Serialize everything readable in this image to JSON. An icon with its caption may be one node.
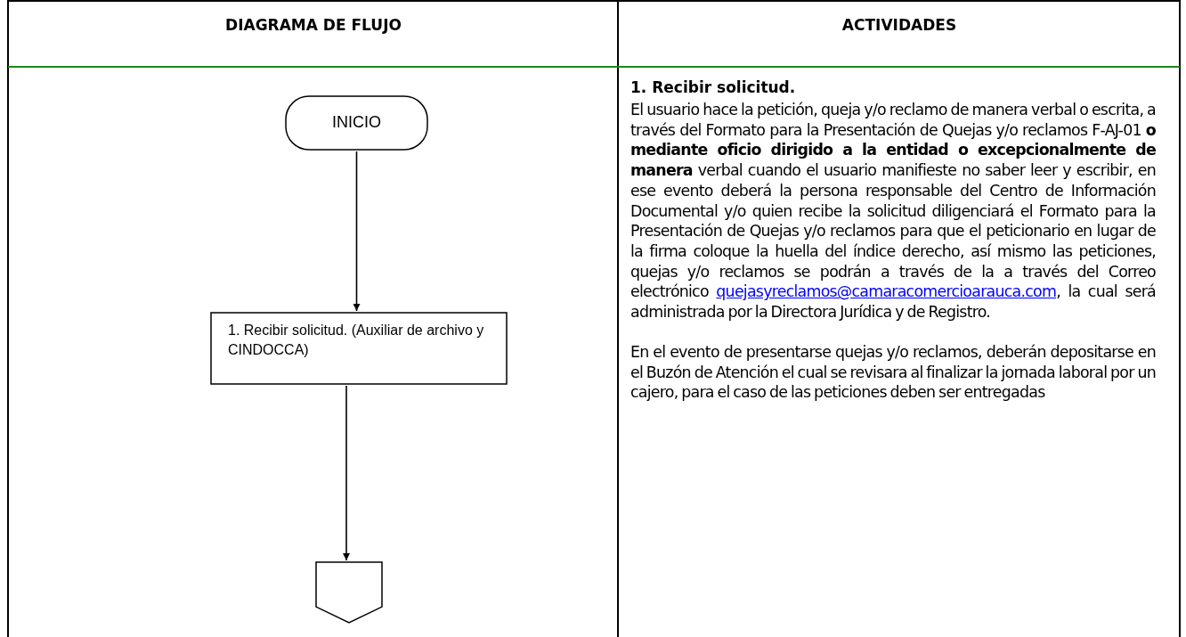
{
  "diagram": {
    "nodes": [
      {
        "text": [
          "INICIO"
        ]
      },
      {
        "text": [
          "1. Recibir solicitud. (Auxiliar de archivo y CINDOCCA)"
        ]
      },
      {
        "text": [],
        "shape": "pentagon"
      }
    ],
    "edges": [
      {
        "from": 0,
        "to": 1,
        "arrow": "to"
      },
      {
        "from": 1,
        "to": 2,
        "arrow": "to"
      }
    ],
    "labels": [
      "DIAGRAMA DE FLUJO",
      "ACTIVIDADES",
      "1. Recibir solicitud.",
      "El usuario hace la petición, queja y/o reclamo de manera verbal o escrita, a través del Formato para la Presentación de Quejas y/o reclamos F-AJ-01 **o mediante oficio dirigido a la entidad o excepcionalmente de manera** verbal cuando el usuario manifieste no saber leer y escribir, en ese evento deberá la persona responsable del Centro de Información Documental y/o quien recibe la solicitud diligenciará el Formato para la Presentación de Quejas y/o reclamos para que el peticionario en lugar de la firma coloque la huella del índice derecho, así mismo las peticiones, quejas y/o reclamos se podrán a través de la a través del Correo electrónico",
      "quejasyreclamos@camaracomercioarauca.com",
      ", la cual será administrada por la Directora Jurídica y de Registro.",
      "En el evento de presentarse quejas y/o reclamos, deberán depositarse en el Buzón de Atención el cual se revisara al finalizar la jornada laboral por un cajero, para el caso de las peticiones deben ser entregadas"
    ]
  }
}
